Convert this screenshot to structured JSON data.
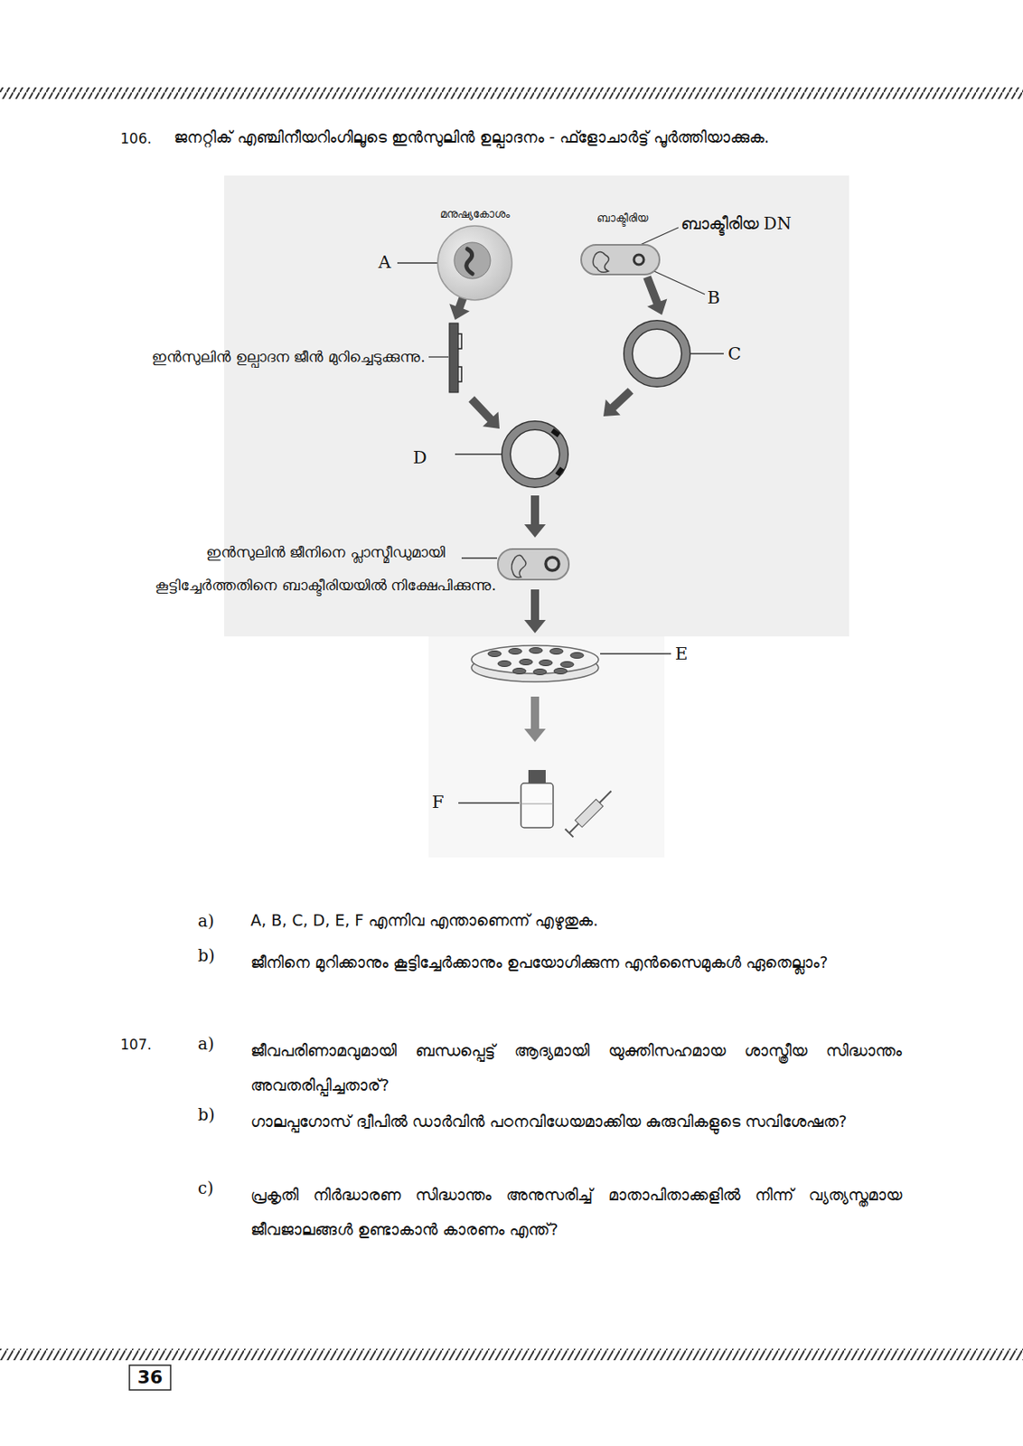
{
  "diagram": {
    "nodes": [
      {
        "text": [
          "മനുഷ്യകോശം"
        ]
      },
      {
        "text": [
          "ബാക്ടീരിയ"
        ]
      }
    ],
    "labels": [
      "106.",
      "ജനറ്റിക് എഞ്ചിനീയറിംഗിലൂടെ ഇൻസുലിൻ ഉല്പാദനം - ഫ്ളോചാർട്ട് പൂർത്തിയാക്കുക.",
      "ബാക്ടീരിയ DN",
      "A",
      "B",
      "C",
      "D",
      "E",
      "F",
      "ഇൻസുലിൻ ഉല്പാദന ജീൻ മുറിച്ചെടുക്കുന്നു.",
      "ഇൻസുലിൻ ജീനിനെ പ്ലാസ്മീഡുമായി കൂട്ടിച്ചേർത്തതിനെ ബാക്ടീരിയയിൽ നിക്ഷേപിക്കുന്നു.",
      "a)",
      "A, B, C, D, E, F എന്നിവ എന്താണെന്ന് എഴുതുക.",
      "b)",
      "ജീനിനെ മുറിക്കാനും കൂട്ടിച്ചേർക്കാനും ഉപയോഗിക്കുന്ന എൻസൈമുകൾ ഏതെല്ലാം?",
      "107.",
      "a)",
      "ജീവപരിണാമവുമായി ബന്ധപ്പെട്ട് ആദ്യമായി യുക്തിസഹമായ ശാസ്ത്രീയ സിദ്ധാന്തം അവതരിപ്പിച്ചതാര്?",
      "b)",
      "ഗാലപ്പഗോസ് ദ്വീപിൽ ഡാർവിൻ പഠനവിധേയമാക്കിയ കുരുവികളുടെ സവിശേഷത?",
      "c)",
      "പ്രകൃതി നിർദ്ധാരണ സിദ്ധാന്തം അനുസരിച്ച് മാതാപിതാക്കളിൽ നിന്ന് വ്യത്യസ്തമായ ജീവജാലങ്ങൾ ഉണ്ടാകാൻ കാരണം എന്ത്?",
      "36"
    ]
  }
}
